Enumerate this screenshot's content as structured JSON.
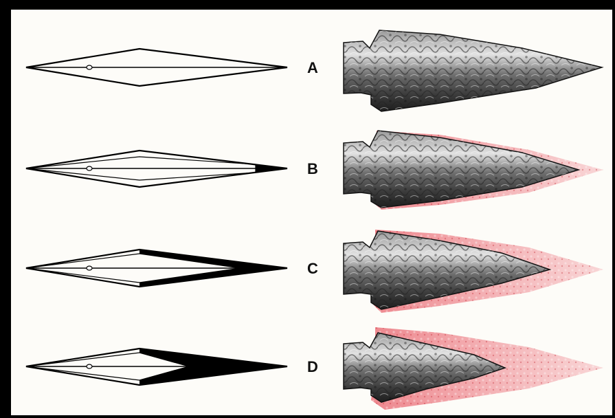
{
  "rows": [
    {
      "label": "A",
      "resharpening_stage": 0
    },
    {
      "label": "B",
      "resharpening_stage": 1
    },
    {
      "label": "C",
      "resharpening_stage": 2
    },
    {
      "label": "D",
      "resharpening_stage": 3
    }
  ],
  "colors": {
    "border": "#000000",
    "background": "#fdfcf8",
    "outline": "#000000",
    "removed_material": "#e03c3c",
    "stone_dark": "#2b2b2b",
    "stone_light": "#d8d8d8"
  }
}
